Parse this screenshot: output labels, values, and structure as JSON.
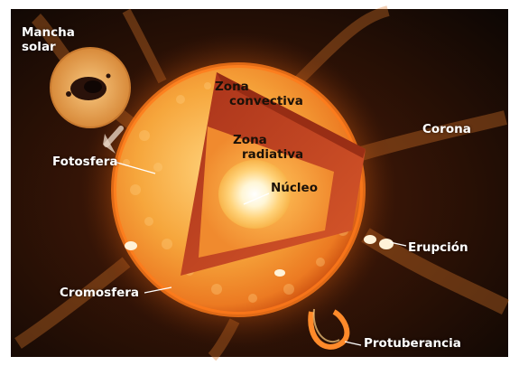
{
  "labels": {
    "sunspot": [
      "Mancha",
      "solar"
    ],
    "photosphere": "Fotosfera",
    "convective_zone": [
      "Zona",
      "convectiva"
    ],
    "radiative_zone": [
      "Zona",
      "radiativa"
    ],
    "core": "Núcleo",
    "corona": "Corona",
    "flare": "Erupción",
    "chromosphere": "Cromosfera",
    "prominence": "Protuberancia"
  },
  "colors": {
    "background": "#1a0d05",
    "corona_glow": "#c85a12",
    "photosphere": "#f29a2e",
    "convective_zone": "#c8441a",
    "radiative_zone": "#f6a23a",
    "core": "#ffffff"
  }
}
